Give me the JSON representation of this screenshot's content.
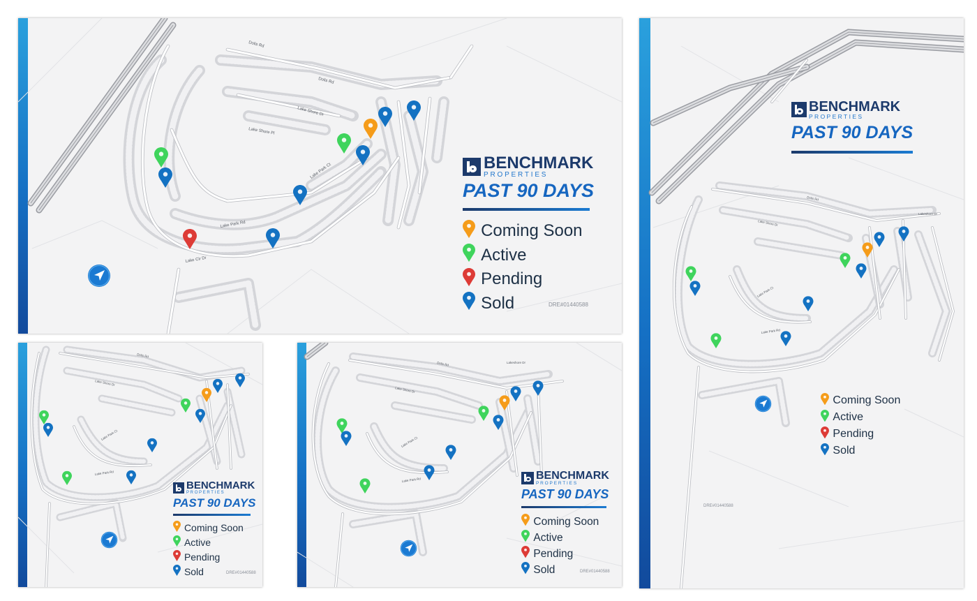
{
  "brand": {
    "name": "BENCHMARK",
    "sub": "PROPERTIES",
    "headline": "PAST 90 DAYS",
    "license": "DRE#01440588"
  },
  "legend": [
    {
      "label": "Coming Soon",
      "status": "coming-soon"
    },
    {
      "label": "Active",
      "status": "active"
    },
    {
      "label": "Pending",
      "status": "pending"
    },
    {
      "label": "Sold",
      "status": "sold"
    }
  ],
  "colors": {
    "coming-soon": "#f59c1a",
    "active": "#3fd45c",
    "pending": "#dd3b36",
    "sold": "#1472c2",
    "accent": "#1666c0",
    "navy": "#1c3a6b"
  },
  "icons": {
    "marker": "map-pin-icon",
    "compass": "navigation-arrow-icon"
  },
  "street_labels": [
    "Dolis Rd",
    "Lake Park Rd",
    "Lake Shore Dr",
    "Lake Cir Dr",
    "Lake Park Ct",
    "Lake Shore Pl",
    "Lakeshore Dr"
  ]
}
